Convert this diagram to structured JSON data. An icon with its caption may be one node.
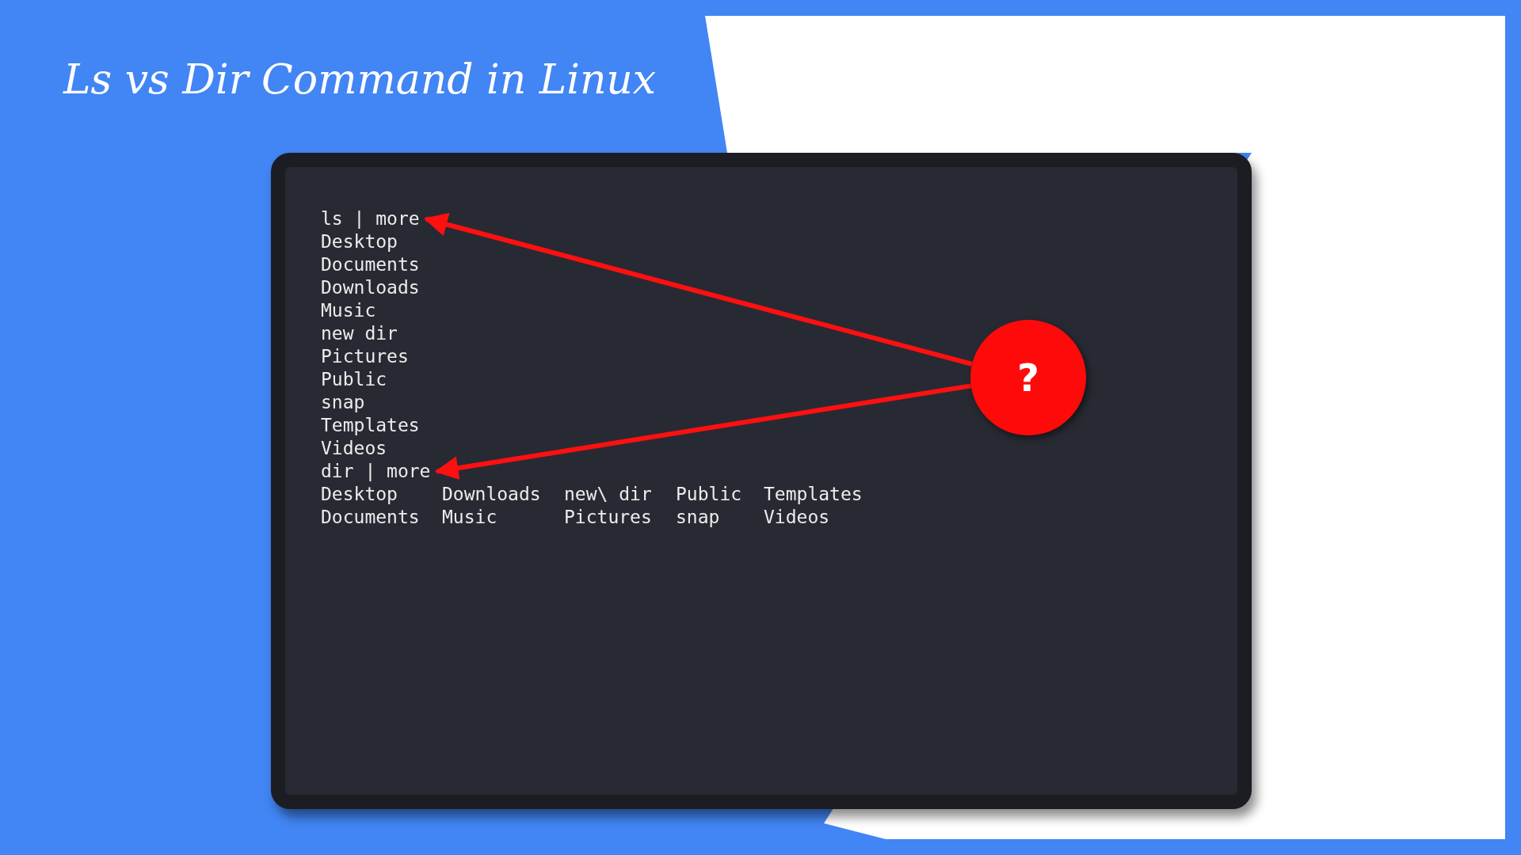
{
  "diagram": {
    "title": "Ls vs Dir Command in Linux",
    "nodes": [
      {
        "text": [],
        "shape": "box"
      },
      {
        "text": [
          "ls | more"
        ],
        "in": 0
      },
      {
        "text": [
          "dir | more"
        ],
        "in": 0
      },
      {
        "text": [
          "?"
        ],
        "in": 0
      }
    ],
    "edges": [
      {
        "from": 3,
        "to": 1,
        "arrow": "to"
      },
      {
        "from": 3,
        "to": 2,
        "arrow": "to"
      }
    ],
    "labels": [
      "Desktop",
      "Documents",
      "Downloads",
      "Music",
      "new dir",
      "Pictures",
      "Public",
      "snap",
      "Templates",
      "Videos",
      "Desktop",
      "Downloads",
      "new\\ dir",
      "Public",
      "Templates",
      "Documents",
      "Music",
      "Pictures",
      "snap",
      "Videos"
    ]
  }
}
